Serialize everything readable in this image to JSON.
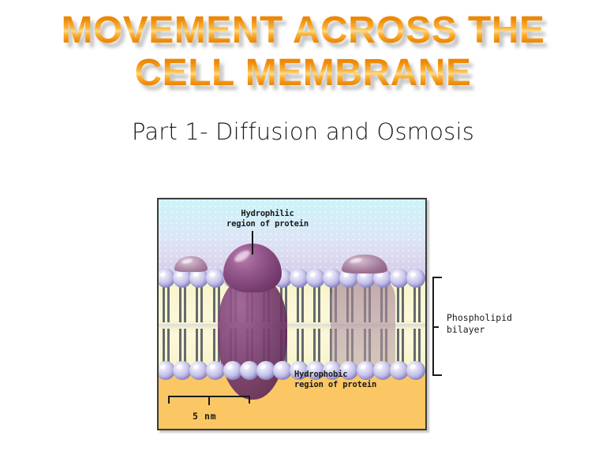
{
  "slide": {
    "title_lines": [
      "MOVEMENT ACROSS THE",
      "CELL MEMBRANE"
    ],
    "subtitle": "Part 1- Diffusion and Osmosis",
    "title_color": "#EE8A06",
    "title_highlight_color": "#FFD98A",
    "title_shadow_color": "#8c8c8c",
    "subtitle_color": "#1b1b1b"
  },
  "figure": {
    "name": "cell-membrane-phospholipid-bilayer-diagram",
    "labels": {
      "hydrophilic_line1": "Hydrophilic",
      "hydrophilic_line2": "region of protein",
      "hydrophobic_line1": "Hydrophobic",
      "hydrophobic_line2": "region of protein",
      "bilayer_line1": "Phospholipid",
      "bilayer_line2": "bilayer",
      "scale": "5 nm"
    },
    "colors": {
      "extracellular_top": "#ccf4f8",
      "extracellular_bottom": "#cfc8e8",
      "cytoplasm": "#fbc765",
      "tail_region": "#faf6d2",
      "tail_stroke": "#656a6e",
      "phospholipid_head": "#c9c6ec",
      "protein_center": "#743a6c",
      "protein_right": "#a98ea4",
      "frame_border": "#3b3b37"
    },
    "counts": {
      "head_count_per_row": 16,
      "tail_pairs_per_leaflet": 16
    }
  }
}
